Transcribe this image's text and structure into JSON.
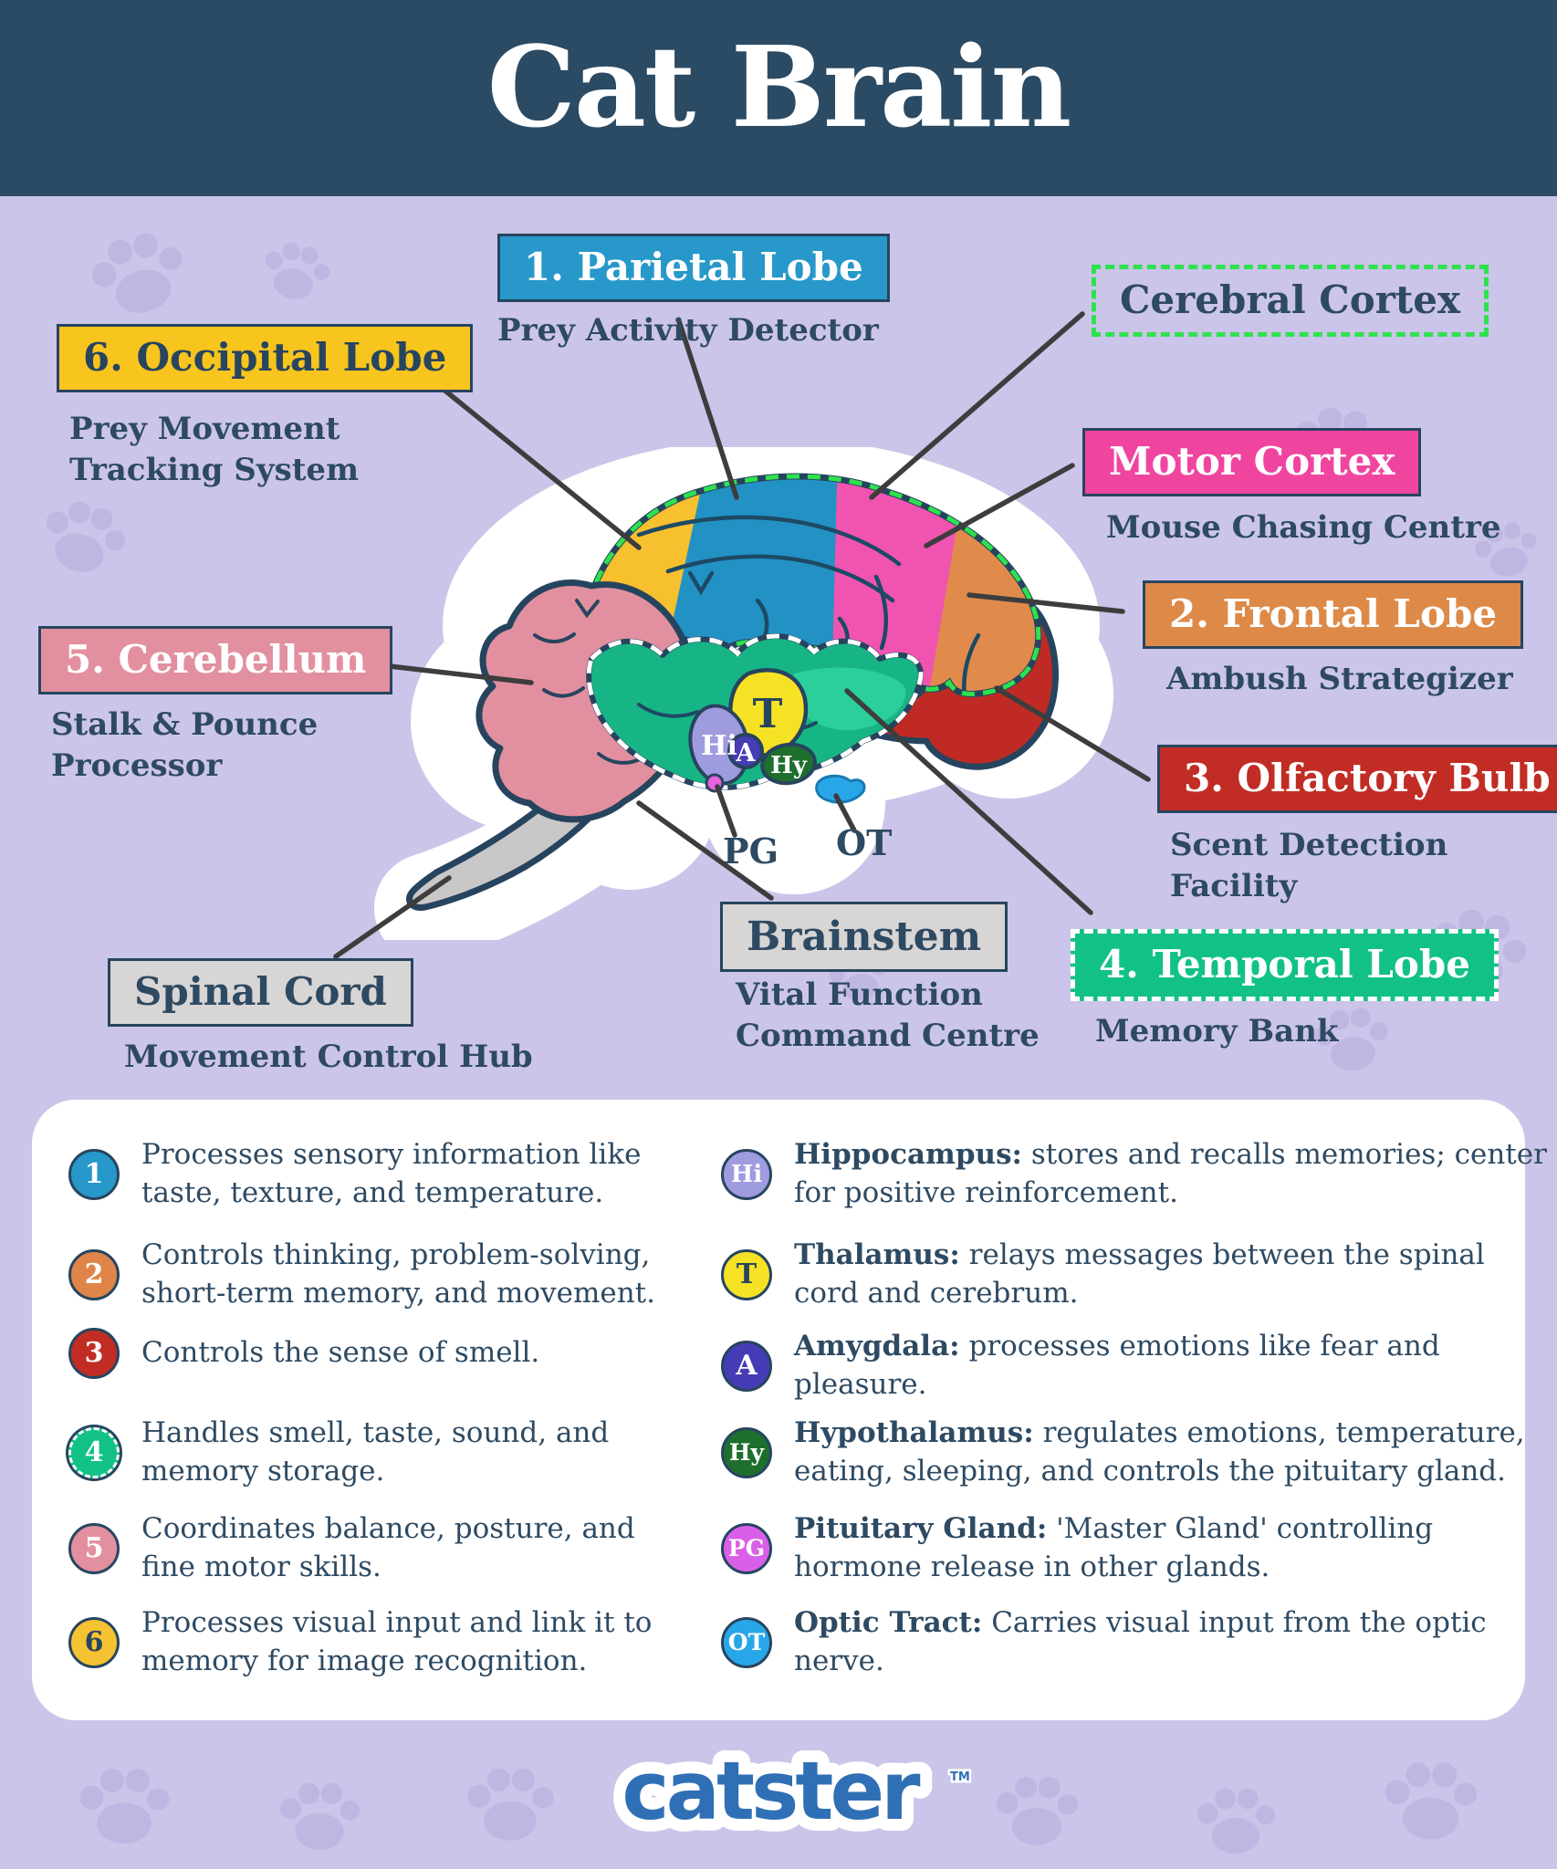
{
  "poster": {
    "title": "Cat Brain"
  },
  "palette": {
    "header_navy": "#2b4a63",
    "background_lavender": "#cbc5e9",
    "text_navy": "#2e4a62",
    "parietal_blue": "#2798c9",
    "occipital_yellow": "#f8c51e",
    "motor_pink": "#f0459f",
    "frontal_orange": "#dd8a49",
    "olfactory_red": "#c12d24",
    "temporal_green": "#12c186",
    "cerebellum_pink": "#e2909f",
    "brainstem_gray": "#d8d5d5",
    "cortex_dash_green": "#2ee24e",
    "hippocampus_purple": "#9f9bdf",
    "thalamus_yellow": "#f6e225",
    "amygdala_indigo": "#463cb5",
    "hypothalamus_green": "#1e6f2e",
    "pituitary_magenta": "#da5fe8",
    "optic_tract_blue": "#28a7e8",
    "logo_blue": "#2f6fb5"
  },
  "labels": {
    "parietal": {
      "title": "1. Parietal Lobe",
      "subtitle": "Prey Activity Detector"
    },
    "cerebral": {
      "title": "Cerebral Cortex"
    },
    "occipital": {
      "title": "6. Occipital Lobe",
      "subtitle_line1": "Prey Movement",
      "subtitle_line2": "Tracking System"
    },
    "motor": {
      "title": "Motor Cortex",
      "subtitle": "Mouse Chasing Centre"
    },
    "frontal": {
      "title": "2. Frontal Lobe",
      "subtitle": "Ambush Strategizer"
    },
    "olfactory": {
      "title": "3. Olfactory Bulb",
      "subtitle_line1": "Scent Detection",
      "subtitle_line2": "Facility"
    },
    "temporal": {
      "title": "4. Temporal Lobe",
      "subtitle": "Memory Bank"
    },
    "cerebellum": {
      "title": "5. Cerebellum",
      "subtitle_line1": "Stalk & Pounce",
      "subtitle_line2": "Processor"
    },
    "brainstem": {
      "title": "Brainstem",
      "subtitle_line1": "Vital Function",
      "subtitle_line2": "Command Centre"
    },
    "spinal": {
      "title": "Spinal Cord",
      "subtitle": "Movement Control Hub"
    },
    "pg_abbr": "PG",
    "ot_abbr": "OT"
  },
  "brain": {
    "t": "T",
    "hi": "Hi",
    "a": "A",
    "hy": "Hy"
  },
  "legend_left": [
    {
      "num": "1",
      "color": "#2798c9",
      "text": "Processes sensory information like taste, texture, and temperature."
    },
    {
      "num": "2",
      "color": "#e0854a",
      "text": "Controls thinking, problem-solving, short-term memory, and movement."
    },
    {
      "num": "3",
      "color": "#c12d24",
      "text": "Controls the sense of smell."
    },
    {
      "num": "4",
      "color": "#12c186",
      "dashed": true,
      "text": "Handles smell, taste, sound, and memory storage."
    },
    {
      "num": "5",
      "color": "#e2909f",
      "text": "Coordinates balance, posture, and fine motor skills."
    },
    {
      "num": "6",
      "color": "#f5c231",
      "text": "Processes visual input and link it to memory for image recognition."
    }
  ],
  "legend_right": [
    {
      "abbr": "Hi",
      "color": "#9f9bdf",
      "term": "Hippocampus:",
      "desc": "stores and recalls memories; center for positive reinforcement."
    },
    {
      "abbr": "T",
      "color": "#f6e225",
      "term": "Thalamus:",
      "desc": "relays messages between the spinal cord and cerebrum."
    },
    {
      "abbr": "A",
      "color": "#463cb5",
      "term": "Amygdala:",
      "desc": "processes emotions like fear and pleasure."
    },
    {
      "abbr": "Hy",
      "color": "#1e6f2e",
      "term": "Hypothalamus:",
      "desc": "regulates emotions, temperature, eating, sleeping, and controls the pituitary gland."
    },
    {
      "abbr": "PG",
      "color": "#da5fe8",
      "term": "Pituitary Gland:",
      "desc": "'Master Gland' controlling hormone release in other glands."
    },
    {
      "abbr": "OT",
      "color": "#28a7e8",
      "term": "Optic Tract:",
      "desc": "Carries visual input from the optic nerve."
    }
  ],
  "footer": {
    "logo": "catster",
    "tm": "TM"
  }
}
